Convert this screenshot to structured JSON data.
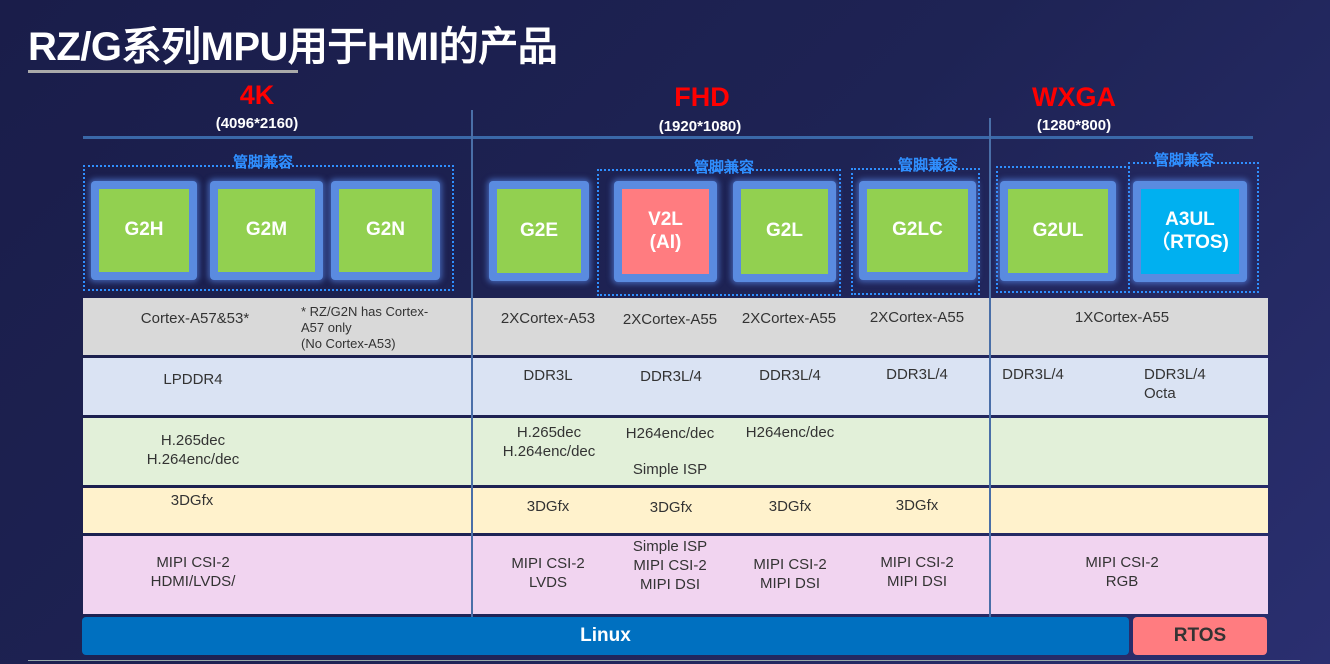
{
  "title": "RZ/G系列MPU用于HMI的产品",
  "resolutions": [
    {
      "name": "4K",
      "size": "(4096*2160)"
    },
    {
      "name": "FHD",
      "size": "(1920*1080)"
    },
    {
      "name": "WXGA",
      "size": "(1280*800)"
    }
  ],
  "compat_label": "管脚兼容",
  "chips": [
    "G2H",
    "G2M",
    "G2N",
    "G2E",
    "V2L\n(AI)",
    "G2L",
    "G2LC",
    "G2UL",
    "A3UL\n（RTOS)"
  ],
  "colors": {
    "chip_green": "#92d050",
    "chip_pink": "#ff7c80",
    "chip_cyan": "#00b0f0",
    "res_red": "#ff0000",
    "compat_blue": "#2f8fff",
    "linux_blue": "#0070c0"
  },
  "rows": {
    "cpu": {
      "c4k": "Cortex-A57&53*",
      "note": "* RZ/G2N has Cortex-\nA57 only\n(No Cortex-A53)",
      "g2e": "2XCortex-A53",
      "v2l": "2XCortex-A55",
      "g2l": "2XCortex-A55",
      "g2lc": "2XCortex-A55",
      "wxga": "1XCortex-A55"
    },
    "memory": {
      "c4k": "LPDDR4",
      "g2e": "DDR3L",
      "v2l": "DDR3L/4",
      "g2l": "DDR3L/4",
      "g2lc": "DDR3L/4",
      "g2ul": "DDR3L/4",
      "a3ul": "DDR3L/4\nOcta"
    },
    "video": {
      "c4k": "H.265dec\nH.264enc/dec",
      "g2e": "H.265dec\nH.264enc/dec",
      "v2l": "H264enc/dec",
      "v2l_isp": "Simple ISP",
      "g2l": "H264enc/dec"
    },
    "graphics": {
      "c4k": "3DGfx",
      "g2e": "3DGfx",
      "v2l": "3DGfx",
      "g2l": "3DGfx",
      "g2lc": "3DGfx"
    },
    "interface": {
      "c4k": "MIPI CSI-2\nHDMI/LVDS/",
      "g2e": "MIPI CSI-2\nLVDS",
      "v2l": "Simple ISP\nMIPI CSI-2\nMIPI DSI",
      "g2l": "MIPI CSI-2\nMIPI DSI",
      "g2lc": "MIPI CSI-2\nMIPI DSI",
      "wxga": "MIPI CSI-2\nRGB"
    }
  },
  "os": {
    "linux": "Linux",
    "rtos": "RTOS"
  }
}
